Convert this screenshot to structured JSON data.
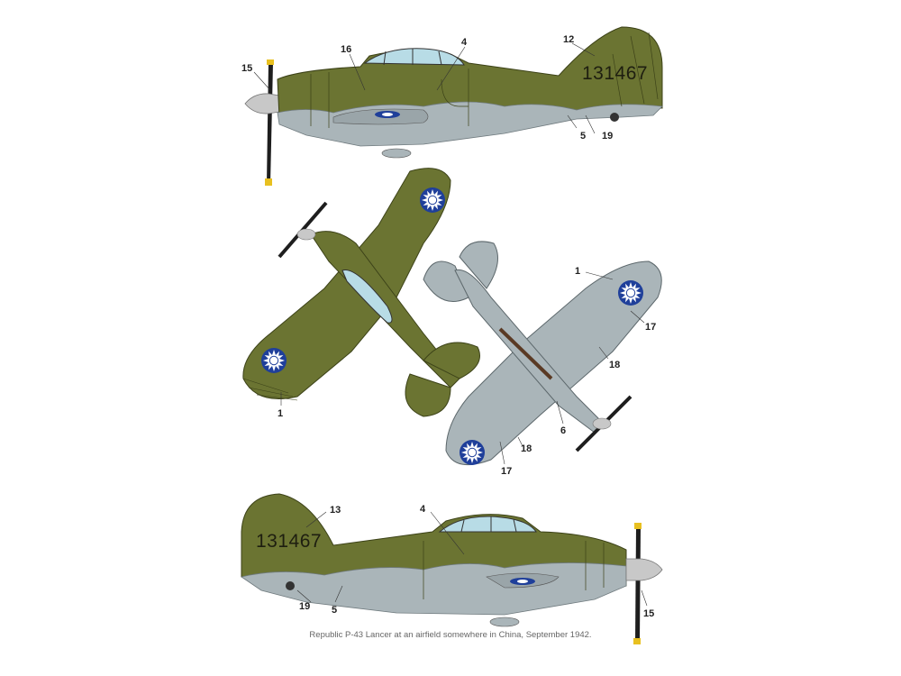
{
  "caption": "Republic P-43 Lancer at an airfield somewhere in China, September 1942.",
  "serial_number": "131467",
  "callouts": {
    "top_view": [
      "16",
      "4",
      "12",
      "15",
      "5",
      "19"
    ],
    "plan_upper": [
      "1"
    ],
    "plan_lower": [
      "1",
      "17",
      "18",
      "6",
      "18",
      "17"
    ],
    "bottom_view": [
      "13",
      "4",
      "19",
      "5",
      "15"
    ]
  },
  "colors": {
    "upper_olive": "#6b7432",
    "lower_grey": "#aab5b9",
    "roundel_blue": "#1f3f9a",
    "roundel_white": "#ffffff",
    "background": "#ffffff"
  }
}
